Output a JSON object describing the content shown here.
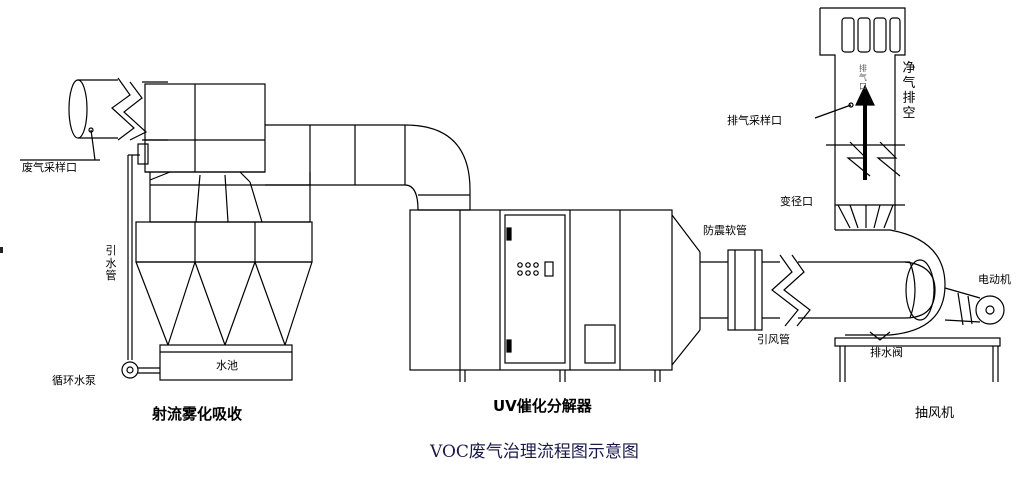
{
  "diagram": {
    "title": "VOC废气治理流程图示意图",
    "sections": {
      "scrubber": "射流雾化吸收",
      "uv": "UV催化分解器",
      "fan": "抽风机"
    },
    "labels": {
      "waste_gas_sampling": "废气采样口",
      "water_pipe": "引水管",
      "water_pool": "水池",
      "circulating_pump": "循环水泵",
      "anti_vibration_hose": "防震软管",
      "air_duct": "引风管",
      "drain_valve": "排水阀",
      "motor": "电动机",
      "reducer": "变径口",
      "exhaust_sampling": "排气采样口",
      "clean_exhaust": "净气排空",
      "chimney_text": "排气口"
    }
  }
}
